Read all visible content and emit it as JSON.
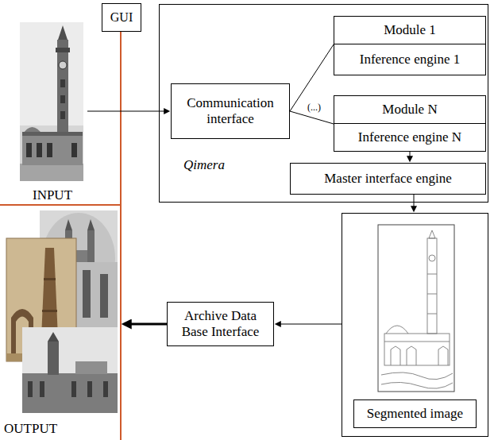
{
  "diagram": {
    "nodes": [
      {
        "text": [
          "GUI"
        ]
      },
      {
        "text": [
          "INPUT"
        ]
      },
      {
        "text": [
          "Qimera"
        ]
      },
      {
        "text": [
          "Communication interface"
        ],
        "in": 2
      },
      {
        "text": [
          "Module 1"
        ],
        "in": 2
      },
      {
        "text": [
          "Inference engine 1"
        ],
        "in": 2
      },
      {
        "text": [
          "Module N"
        ],
        "in": 2
      },
      {
        "text": [
          "Inference engine N"
        ],
        "in": 2
      },
      {
        "text": [
          "Master interface engine"
        ],
        "in": 2
      },
      {
        "text": []
      },
      {
        "text": [
          "Segmented image"
        ],
        "in": 9
      },
      {
        "text": [
          "Archive Data Base Interface"
        ]
      },
      {
        "text": [
          "OUTPUT"
        ]
      }
    ],
    "edges": [
      {
        "from": 1,
        "to": 3,
        "arrow": "to"
      },
      {
        "from": 3,
        "to": 4,
        "arrow": "none"
      },
      {
        "from": 3,
        "to": 6,
        "arrow": "none"
      },
      {
        "from": 7,
        "to": 8,
        "arrow": "to"
      },
      {
        "from": 8,
        "to": 9,
        "arrow": "to"
      },
      {
        "from": 9,
        "to": 11,
        "arrow": "to"
      },
      {
        "from": 11,
        "to": 12,
        "arrow": "to"
      }
    ],
    "labels": [
      "(...)"
    ]
  }
}
